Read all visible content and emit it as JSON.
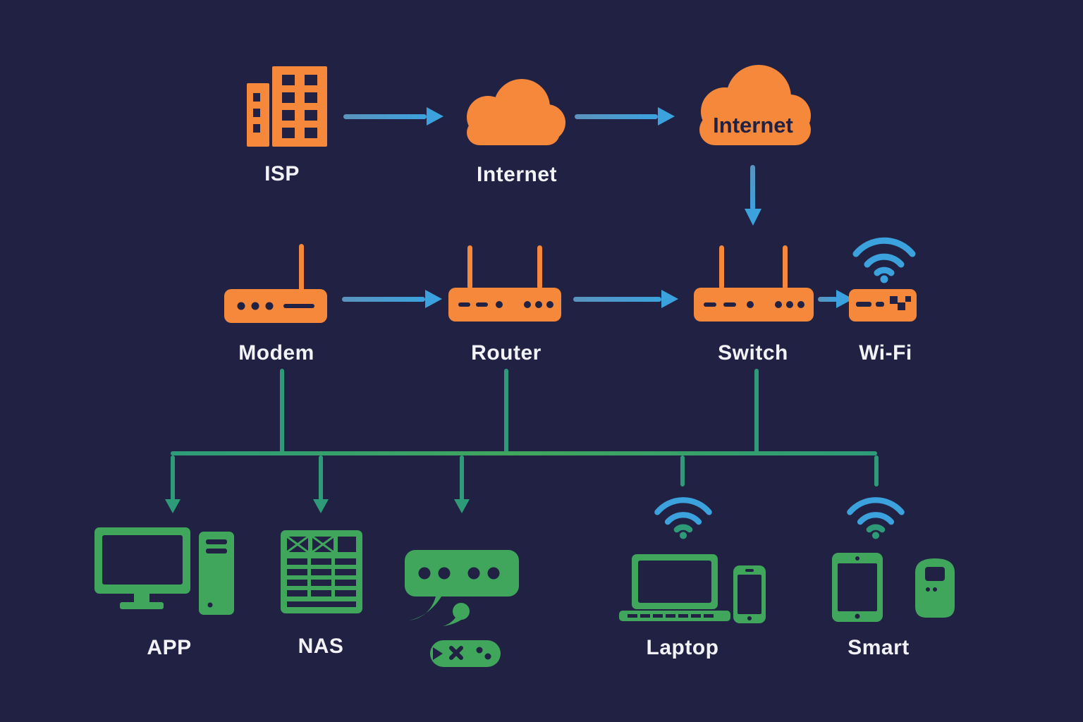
{
  "diagram": {
    "colors": {
      "background": "#212243",
      "orange": "#F5883B",
      "blue": "#3BA2DE",
      "teal": "#2E9B78",
      "green": "#3FA65C",
      "label": "#F2F2F7"
    },
    "top_row": {
      "isp": {
        "label": "ISP",
        "icon": "office-building-icon"
      },
      "internet": {
        "label": "Internet",
        "icon": "cloud-icon"
      },
      "internet_cloud": {
        "inner_label": "Internet",
        "icon": "cloud-icon"
      }
    },
    "middle_row": {
      "modem": {
        "label": "Modem",
        "icon": "modem-icon"
      },
      "router": {
        "label": "Router",
        "icon": "router-icon"
      },
      "switch": {
        "label": "Switch",
        "icon": "switch-icon"
      },
      "wifi": {
        "label": "Wi-Fi",
        "icon": "wifi-router-icon"
      }
    },
    "bottom_row": {
      "app": {
        "label": "APP",
        "icon": "desktop-computer-icon"
      },
      "nas": {
        "label": "NAS",
        "icon": "nas-server-icon"
      },
      "media": {
        "icon": "chat-device-game-controller-icon"
      },
      "laptop": {
        "label": "Laptop",
        "icon": "laptop-and-phone-icon"
      },
      "smart": {
        "label": "Smart",
        "icon": "tablet-and-smart-speaker-icon"
      }
    }
  }
}
